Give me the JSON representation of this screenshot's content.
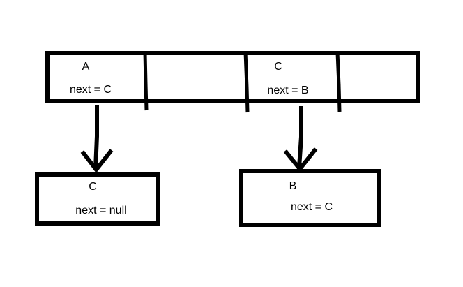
{
  "array": {
    "cells": [
      {
        "key": "A",
        "next": "next = C"
      },
      {
        "key": "",
        "next": ""
      },
      {
        "key": "C",
        "next": "next = B"
      },
      {
        "key": "",
        "next": ""
      }
    ]
  },
  "nodes": [
    {
      "key": "C",
      "next": "next = null"
    },
    {
      "key": "B",
      "next": "next = C"
    }
  ],
  "colors": {
    "ink": "#000000",
    "background": "#ffffff"
  }
}
